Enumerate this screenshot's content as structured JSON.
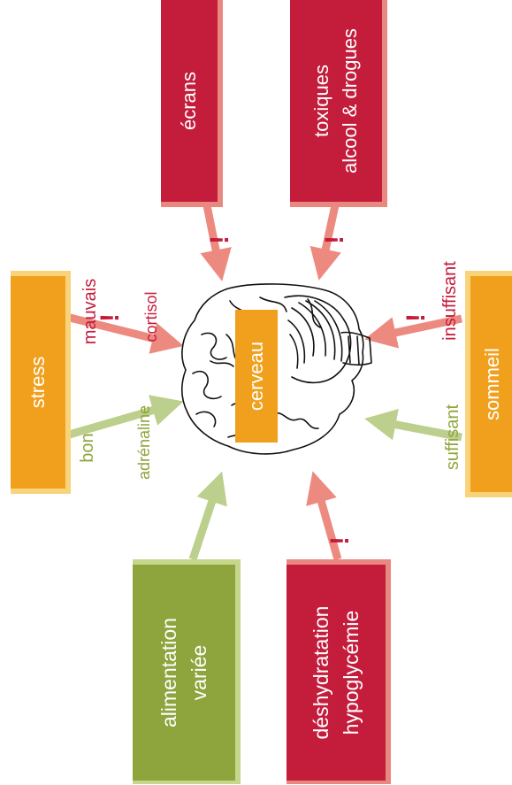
{
  "center": {
    "label": "cerveau"
  },
  "boxes": {
    "ecrans": {
      "lines": [
        "écrans"
      ]
    },
    "toxiques": {
      "lines": [
        "toxiques",
        "alcool & drogues"
      ]
    },
    "stress": {
      "lines": [
        "stress"
      ]
    },
    "sommeil": {
      "lines": [
        "sommeil"
      ]
    },
    "alimentation": {
      "lines": [
        "alimentation",
        "variée"
      ]
    },
    "deshydratation": {
      "lines": [
        "déshydratation",
        "hypoglycémie"
      ]
    }
  },
  "labels": {
    "mauvais": "mauvais",
    "cortisol": "cortisol",
    "bon": "bon",
    "adrenaline": "adrénaline",
    "insuffisant": "insuffisant",
    "suffisant": "suffisant"
  },
  "warning_glyph": "!",
  "colors": {
    "red": "#c41d3c",
    "red_border": "#e88880",
    "orange": "#f0a01c",
    "orange_border": "#f8d37a",
    "green": "#8ea43c",
    "green_border": "#c6d68c",
    "arrow_red": "#ec8a80",
    "arrow_green": "#bccf8c",
    "text_red": "#c41d3c",
    "text_green": "#8fa53c"
  }
}
